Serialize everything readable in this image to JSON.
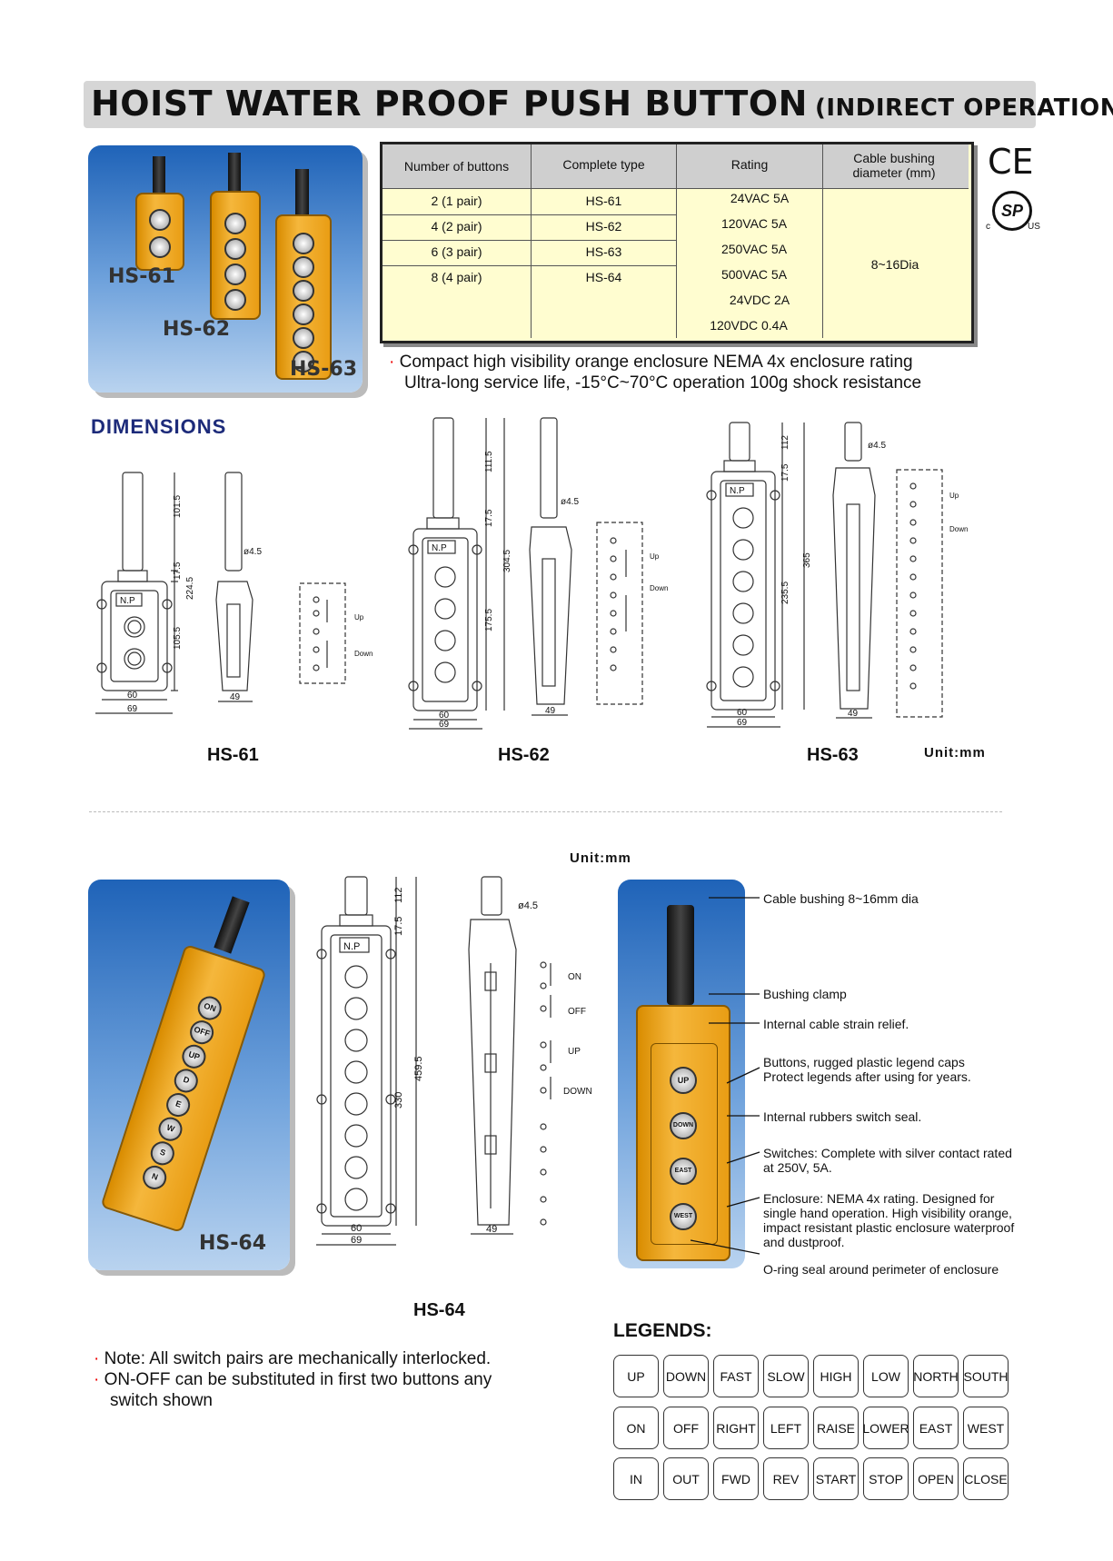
{
  "header": {
    "title": "HOIST WATER PROOF PUSH BUTTON",
    "subtitle": "(INDIRECT OPERATION)"
  },
  "photo_top": {
    "labels": [
      "HS-61",
      "HS-62",
      "HS-63"
    ]
  },
  "spec_table": {
    "headers": [
      "Number of buttons",
      "Complete type",
      "Rating",
      "Cable bushing diameter (mm)"
    ],
    "rows": [
      {
        "buttons": "2 (1 pair)",
        "type": "HS-61"
      },
      {
        "buttons": "4 (2 pair)",
        "type": "HS-62"
      },
      {
        "buttons": "6 (3 pair)",
        "type": "HS-63"
      },
      {
        "buttons": "8 (4 pair)",
        "type": "HS-64"
      }
    ],
    "ratings": [
      "24VAC 5A",
      "120VAC 5A",
      "250VAC 5A",
      "500VAC 5A",
      "24VDC 2A",
      "120VDC 0.4A"
    ],
    "bushing": "8~16Dia"
  },
  "certs": {
    "ce": "CE",
    "csa": "SP",
    "csa_c": "c",
    "csa_us": "US"
  },
  "features": {
    "line1": "Compact high visibility orange enclosure NEMA 4x enclosure rating",
    "line2": "Ultra-long service life, -15°C~70°C operation 100g shock resistance"
  },
  "dimensions": {
    "title": "DIMENSIONS",
    "labels": [
      "HS-61",
      "HS-62",
      "HS-63"
    ],
    "unit": "Unit:mm",
    "hs61": {
      "d1": "101.5",
      "d2": "17.5",
      "d3": "224.5",
      "d4": "105.5",
      "w1": "60",
      "w2": "69",
      "side": "49",
      "hole": "ø4.5",
      "np": "N.P",
      "up": "Up",
      "down": "Down"
    },
    "hs62": {
      "d1": "111.5",
      "d2": "17.5",
      "d3": "304.5",
      "d4": "175.5",
      "w1": "60",
      "w2": "69",
      "side": "49",
      "hole": "ø4.5",
      "np": "N.P",
      "up": "Up",
      "down": "Down"
    },
    "hs63": {
      "d1": "112",
      "d2": "17.5",
      "d3": "365",
      "d4": "235.5",
      "w1": "60",
      "w2": "69",
      "side": "49",
      "hole": "ø4.5",
      "np": "N.P",
      "up": "Up",
      "down": "Down"
    }
  },
  "hs64": {
    "unit": "Unit:mm",
    "photo_label": "HS-64",
    "drawing_label": "HS-64",
    "dims": {
      "d1": "112",
      "d2": "17.5",
      "d3": "330",
      "d4": "459.5",
      "w1": "60",
      "w2": "69",
      "side": "49",
      "hole": "ø4.5",
      "np": "N.P",
      "on": "ON",
      "off": "OFF",
      "up": "UP",
      "down": "DOWN"
    },
    "photo_buttons": [
      "ON",
      "OFF",
      "UP",
      "D",
      "E",
      "W",
      "S",
      "N"
    ],
    "callout_buttons": [
      "UP",
      "DOWN",
      "EAST",
      "WEST"
    ],
    "callouts": [
      "Cable bushing 8~16mm dia",
      "Bushing clamp",
      "Internal cable strain relief.",
      "Buttons, rugged plastic legend caps",
      "Protect legends after using for years.",
      "Internal rubbers switch seal.",
      "Switches: Complete with silver contact rated",
      "at 250V, 5A.",
      "Enclosure: NEMA 4x rating. Designed for",
      "single hand operation. High visibility orange,",
      "impact resistant plastic enclosure waterproof",
      "and dustproof.",
      "O-ring seal around perimeter of enclosure"
    ]
  },
  "notes": {
    "line1": "Note: All switch pairs are mechanically interlocked.",
    "line2": "ON-OFF can be substituted in first two buttons any",
    "line3": "switch shown"
  },
  "legends": {
    "title": "LEGENDS:",
    "row1": [
      "UP",
      "DOWN",
      "FAST",
      "SLOW",
      "HIGH",
      "LOW",
      "NORTH",
      "SOUTH"
    ],
    "row2": [
      "ON",
      "OFF",
      "RIGHT",
      "LEFT",
      "RAISE",
      "LOWER",
      "EAST",
      "WEST"
    ],
    "row3": [
      "IN",
      "OUT",
      "FWD",
      "REV",
      "START",
      "STOP",
      "OPEN",
      "CLOSE"
    ]
  }
}
